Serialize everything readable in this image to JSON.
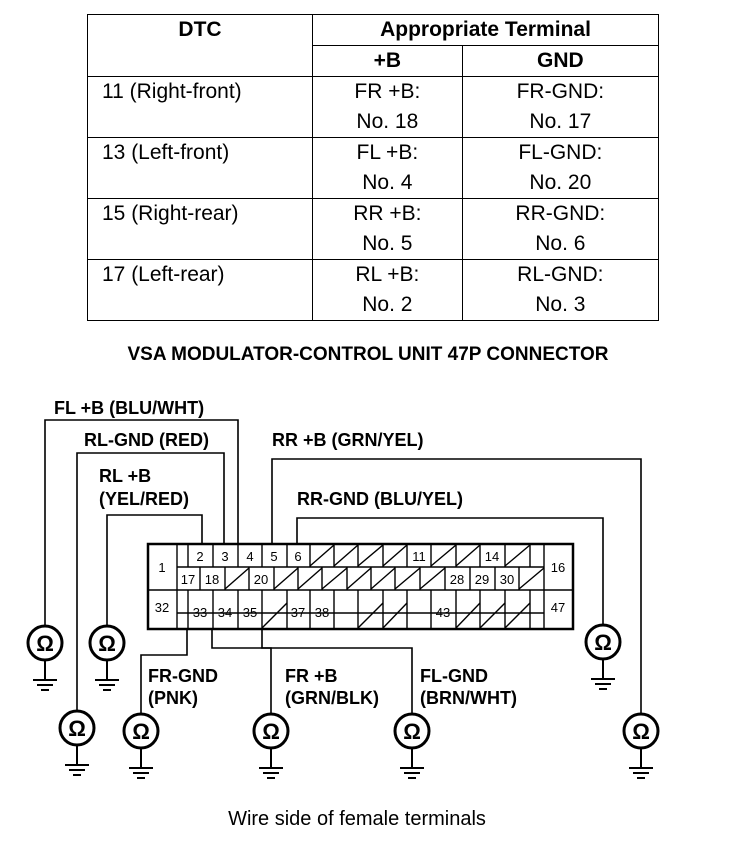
{
  "table": {
    "headers": {
      "dtc": "DTC",
      "terminal": "Appropriate Terminal",
      "b": "+B",
      "gnd": "GND"
    },
    "rows": [
      {
        "dtc": "11 (Right-front)",
        "b1": "FR +B:",
        "b2": "No. 18",
        "g1": "FR-GND:",
        "g2": "No. 17"
      },
      {
        "dtc": "13 (Left-front)",
        "b1": "FL +B:",
        "b2": "No. 4",
        "g1": "FL-GND:",
        "g2": "No. 20"
      },
      {
        "dtc": "15 (Right-rear)",
        "b1": "RR +B:",
        "b2": "No. 5",
        "g1": "RR-GND:",
        "g2": "No. 6"
      },
      {
        "dtc": "17 (Left-rear)",
        "b1": "RL +B:",
        "b2": "No. 2",
        "g1": "RL-GND:",
        "g2": "No. 3"
      }
    ]
  },
  "connector_title": "VSA MODULATOR-CONTROL UNIT 47P CONNECTOR",
  "labels": {
    "fl_b": "FL +B (BLU/WHT)",
    "rl_gnd": "RL-GND (RED)",
    "rl_b_1": "RL +B",
    "rl_b_2": "(YEL/RED)",
    "rr_b": "RR +B (GRN/YEL)",
    "rr_gnd": "RR-GND (BLU/YEL)",
    "fr_gnd_1": "FR-GND",
    "fr_gnd_2": "(PNK)",
    "fr_b_1": "FR +B",
    "fr_b_2": "(GRN/BLK)",
    "fl_gnd_1": "FL-GND",
    "fl_gnd_2": "(BRN/WHT)"
  },
  "meter_symbol": "Ω",
  "pins": {
    "p1": "1",
    "p2": "2",
    "p3": "3",
    "p4": "4",
    "p5": "5",
    "p6": "6",
    "p11": "11",
    "p14": "14",
    "p16": "16",
    "p17": "17",
    "p18": "18",
    "p20": "20",
    "p28": "28",
    "p29": "29",
    "p30": "30",
    "p32": "32",
    "p33": "33",
    "p34": "34",
    "p35": "35",
    "p37": "37",
    "p38": "38",
    "p43": "43",
    "p47": "47"
  },
  "caption": "Wire side of female terminals"
}
